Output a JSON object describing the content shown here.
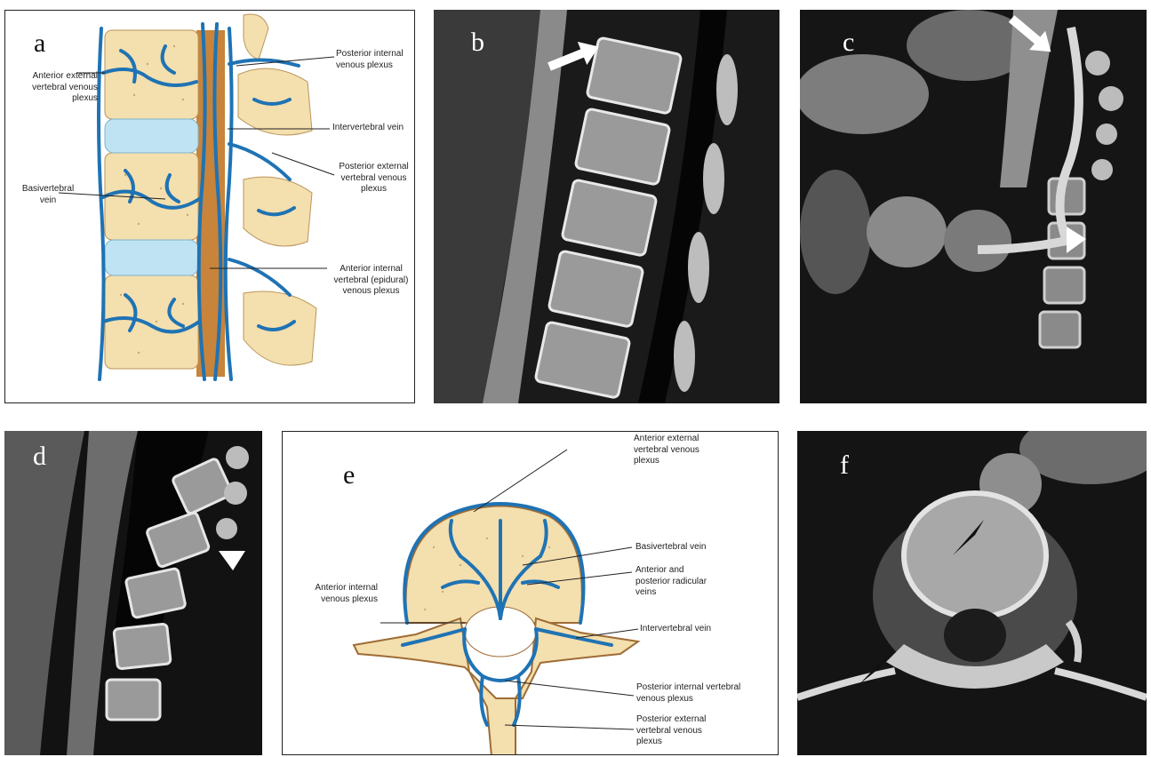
{
  "panels": {
    "a": {
      "letter": "a",
      "labels": {
        "anterior_external": "Anterior external\nvertebral venous\nplexus",
        "basivertebral": "Basivertebral\nvein",
        "posterior_internal": "Posterior internal\nvenous plexus",
        "intervertebral": "Intervertebral vein",
        "posterior_external": "Posterior external\nvertebral venous\nplexus",
        "anterior_internal": "Anterior internal\nvertebral (epidural)\nvenous plexus"
      }
    },
    "b": {
      "letter": "b"
    },
    "c": {
      "letter": "c"
    },
    "d": {
      "letter": "d"
    },
    "e": {
      "letter": "e",
      "labels": {
        "anterior_external": "Anterior external\nvertebral venous\nplexus",
        "basivertebral": "Basivertebral vein",
        "radicular": "Anterior and\nposterior radicular\nveins",
        "anterior_internal": "Anterior internal\nvenous plexus",
        "intervertebral": "Intervertebral vein",
        "posterior_internal": "Posterior internal vertebral\nvenous plexus",
        "posterior_external": "Posterior external\nvertebral venous\nplexus"
      }
    },
    "f": {
      "letter": "f"
    }
  },
  "colors": {
    "vein": "#1f73b4",
    "bone": "#f4dfae",
    "disc": "#bfe3f2",
    "canal": "#c8843a"
  }
}
